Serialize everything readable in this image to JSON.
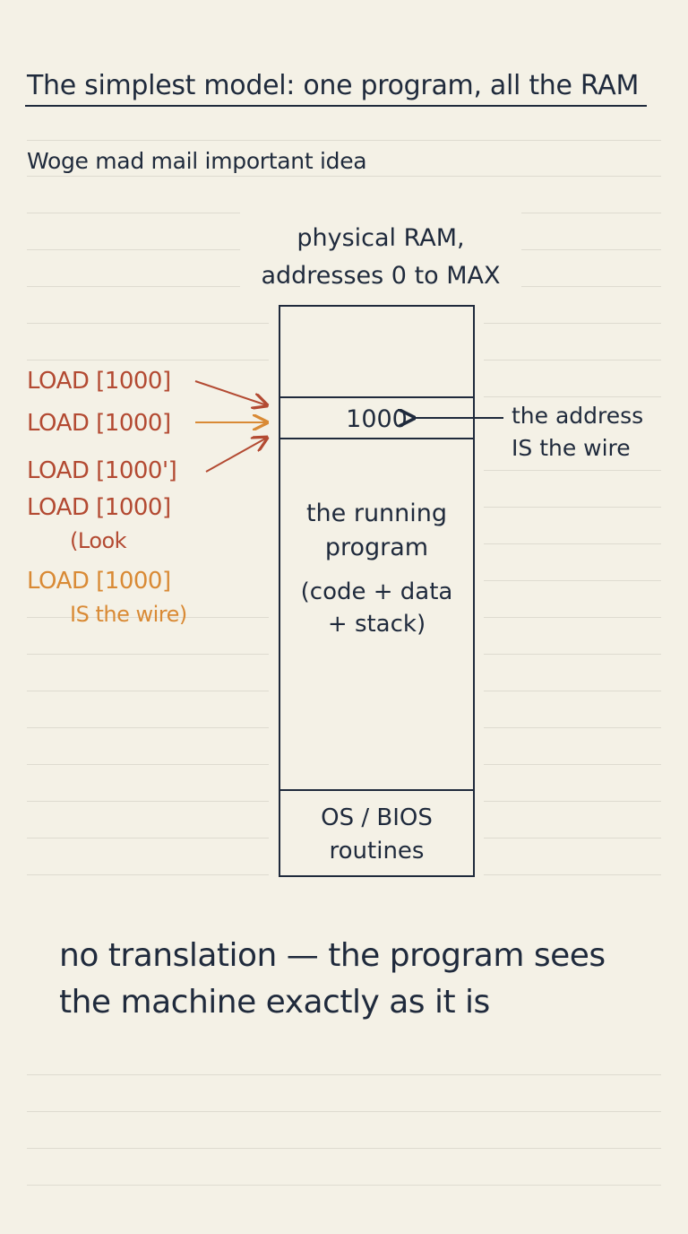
{
  "title": "The simplest model: one program, all the RAM",
  "subtitle": "Woge mad mail important  idea",
  "ram_label": [
    "physical RAM,",
    "addresses 0 to MAX"
  ],
  "address_cell": "1000",
  "address_note": [
    "the address",
    "IS the wire"
  ],
  "program_block": {
    "lines": [
      "the running",
      "program"
    ],
    "sub_lines": [
      "(code + data",
      "+ stack)"
    ]
  },
  "os_block": [
    "OS / BIOS",
    "routines"
  ],
  "load_lines": [
    {
      "text": "LOAD [1000]",
      "color": "red"
    },
    {
      "text": "LOAD [1000]",
      "color": "red"
    },
    {
      "text": "LOAD [1000']",
      "color": "red"
    },
    {
      "text": "LOAD [1000]",
      "color": "red"
    },
    {
      "text": "(Look",
      "color": "red"
    },
    {
      "text": "LOAD [1000]",
      "color": "orange"
    },
    {
      "text": "IS the wire)",
      "color": "orange"
    }
  ],
  "caption": [
    "no translation — the program sees",
    "the machine exactly as it is"
  ],
  "colors": {
    "ink": "#1f2a3c",
    "red": "#b34a32",
    "orange": "#d98a35",
    "paper": "#f4f1e6"
  }
}
